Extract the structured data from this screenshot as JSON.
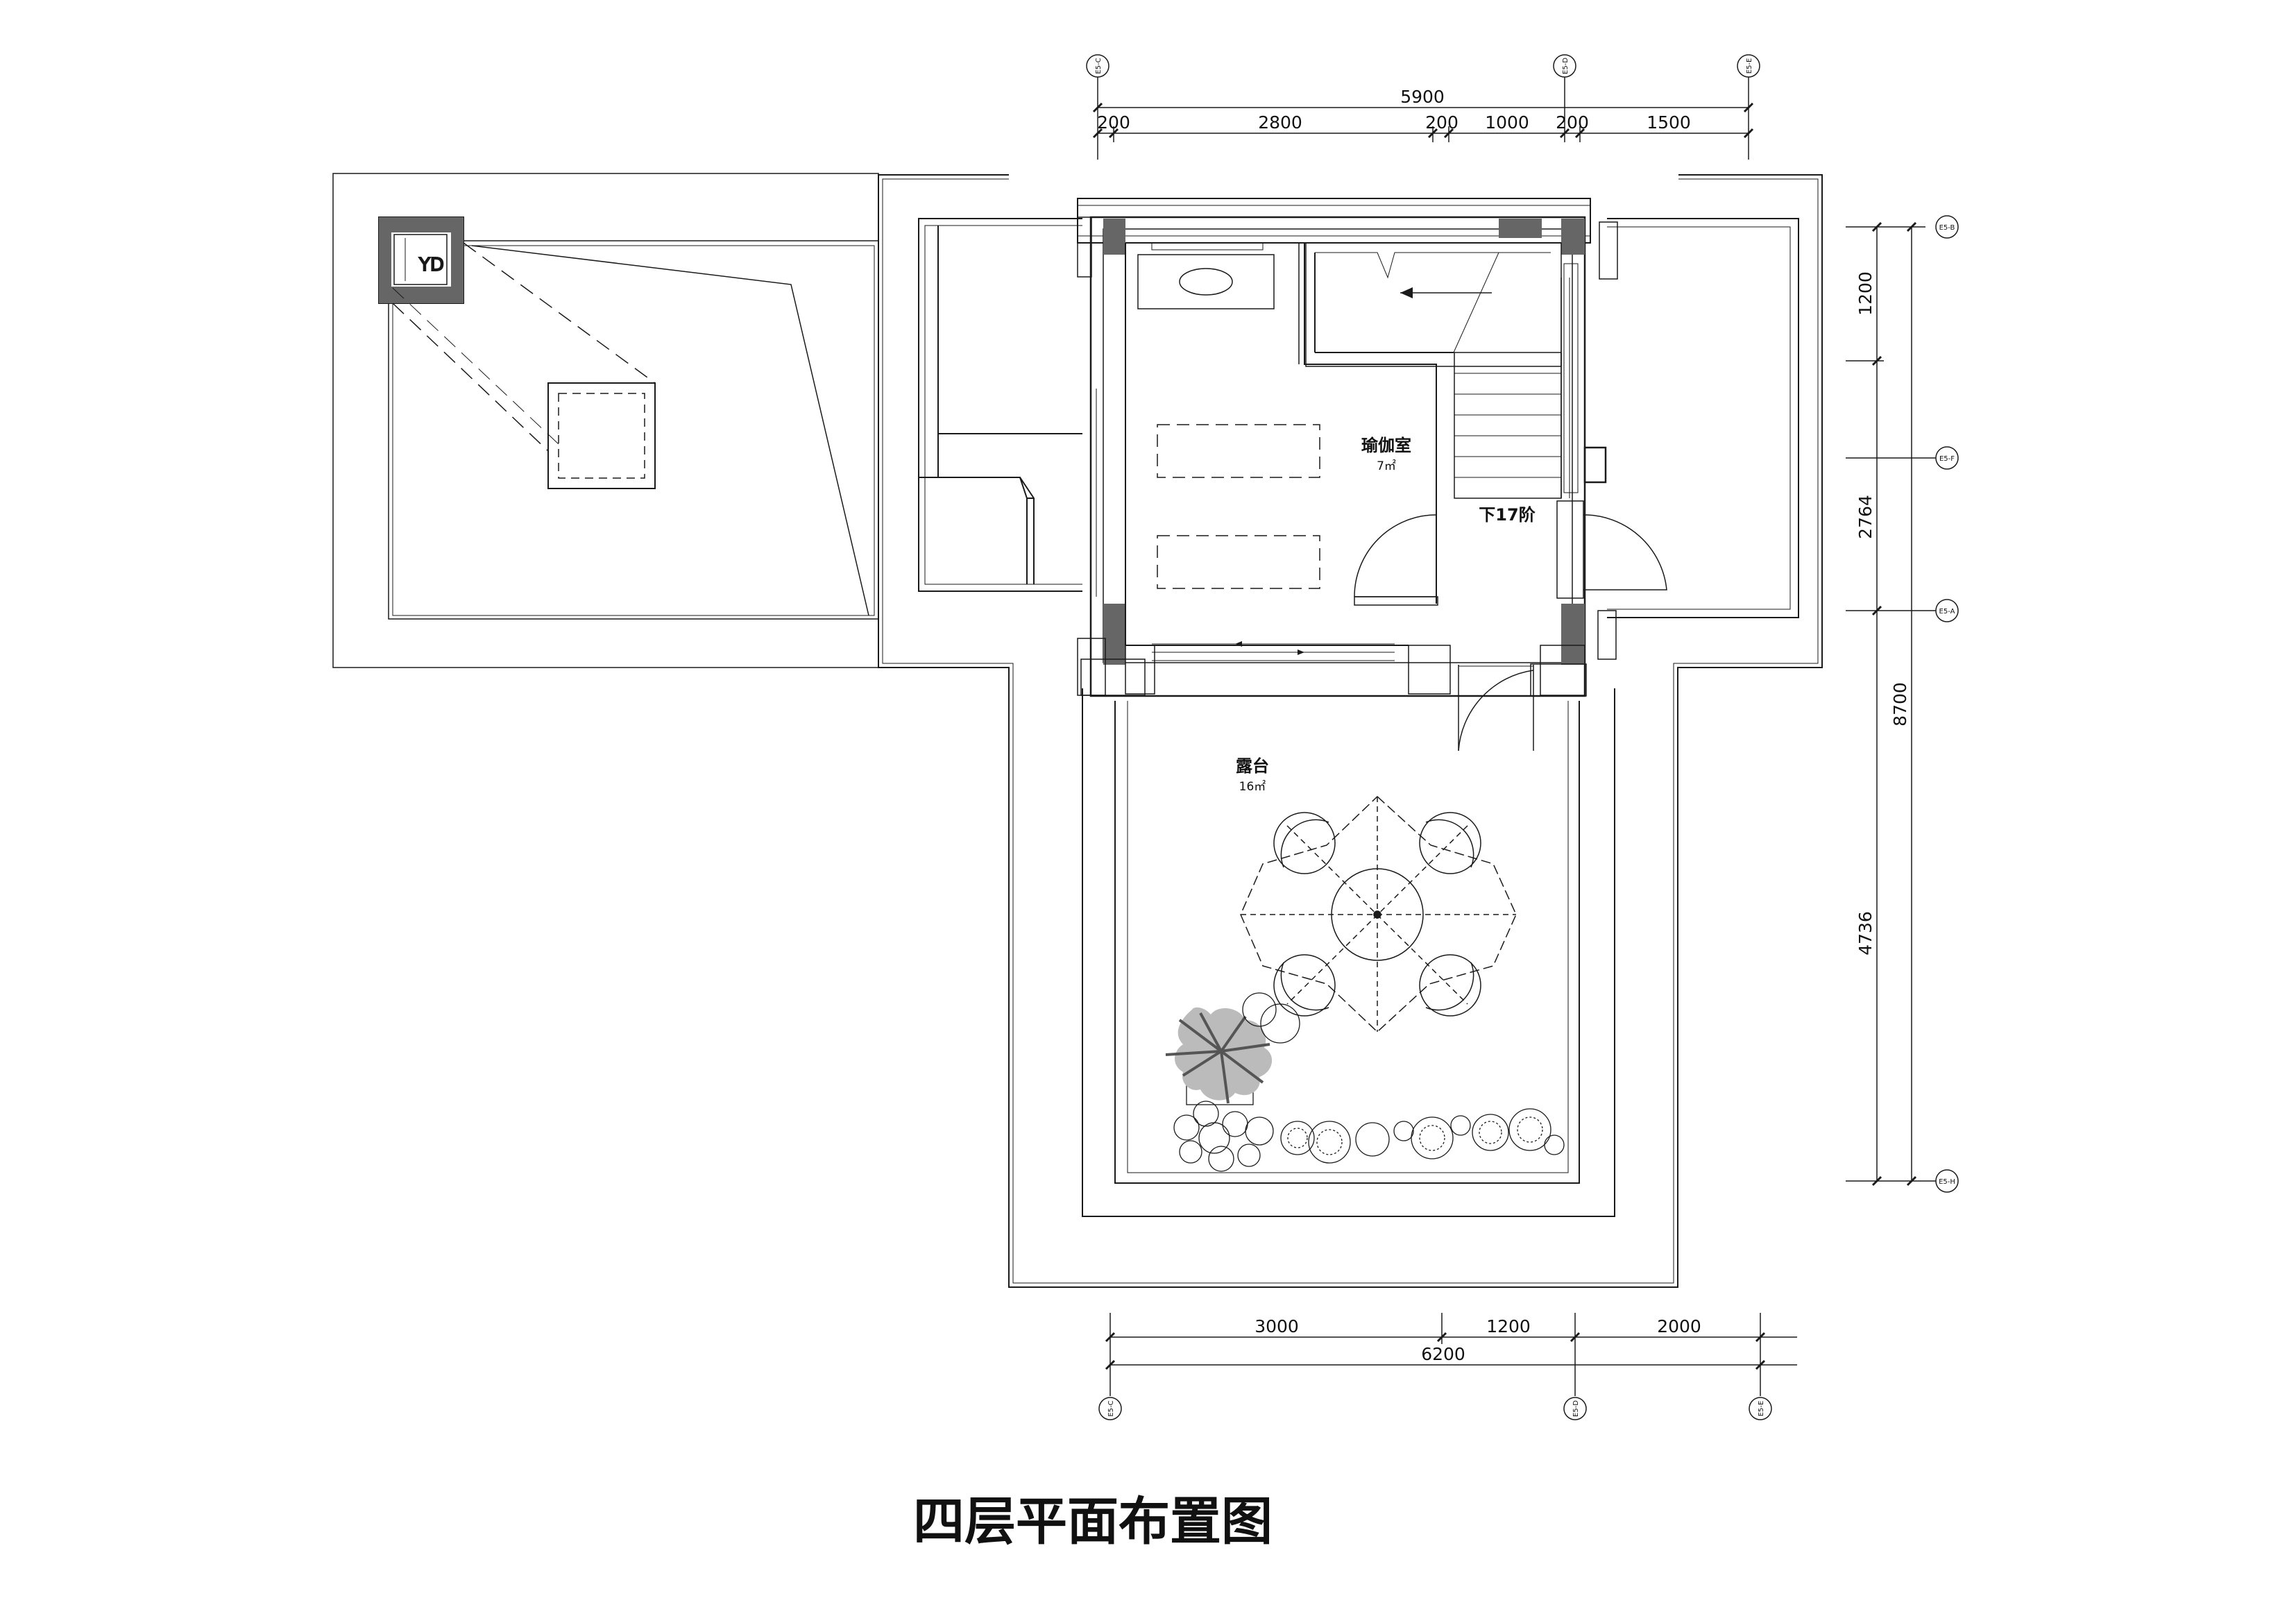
{
  "drawing": {
    "title": "四层平面布置图",
    "rooms": {
      "yoga": {
        "name": "瑜伽室",
        "area": "7㎡"
      },
      "terrace": {
        "name": "露台",
        "area": "16㎡"
      },
      "stair": {
        "label": "下17阶"
      }
    },
    "dimensions": {
      "top_total": "5900",
      "top_segments": [
        "200",
        "2800",
        "200",
        "1000",
        "200",
        "1500"
      ],
      "right_segments": [
        "1200",
        "2764",
        "4736"
      ],
      "right_total": "8700",
      "bottom_segments": [
        "3000",
        "1200",
        "2000"
      ],
      "bottom_total": "6200"
    },
    "axis_tags": {
      "top": [
        "E5-C",
        "E5-D",
        "E5-E"
      ],
      "right": [
        "E5-B",
        "E5-F",
        "E5-A",
        "E5-H"
      ],
      "bottom": [
        "E5-C",
        "E5-D",
        "E5-E"
      ]
    },
    "line_color": "#1a1a1a",
    "wall_fill": "#666666"
  }
}
